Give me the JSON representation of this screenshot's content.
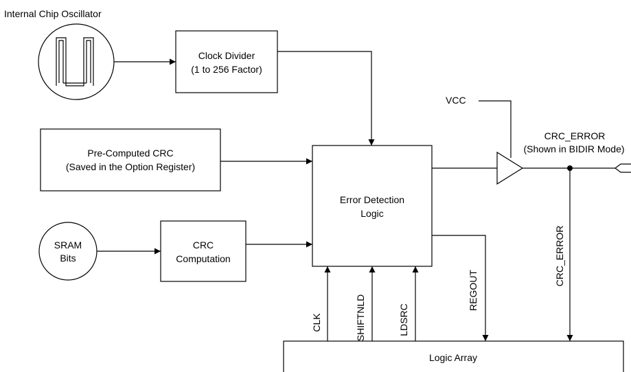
{
  "oscillator": {
    "label": "Internal Chip Oscillator"
  },
  "clock_divider": {
    "line1": "Clock Divider",
    "line2": "(1 to 256 Factor)"
  },
  "precomputed_crc": {
    "line1": "Pre-Computed CRC",
    "line2": "(Saved in the Option Register)"
  },
  "sram_bits": {
    "line1": "SRAM",
    "line2": "Bits"
  },
  "crc_computation": {
    "line1": "CRC",
    "line2": "Computation"
  },
  "error_detection": {
    "line1": "Error Detection",
    "line2": "Logic"
  },
  "vcc": {
    "label": "VCC"
  },
  "crc_error_output": {
    "line1": "CRC_ERROR",
    "line2": "(Shown in BIDIR Mode)"
  },
  "signals": {
    "clk": "CLK",
    "shiftnld": "SHIFTNLD",
    "ldsrc": "LDSRC",
    "regout": "REGOUT",
    "crc_error": "CRC_ERROR"
  },
  "logic_array": {
    "label": "Logic Array"
  },
  "colors": {
    "line": "#000000",
    "background": "#ffffff"
  },
  "icons": {
    "oscillator": "square-wave-icon",
    "buffer": "tristate-buffer-icon",
    "pin": "bidirectional-pin-icon"
  }
}
